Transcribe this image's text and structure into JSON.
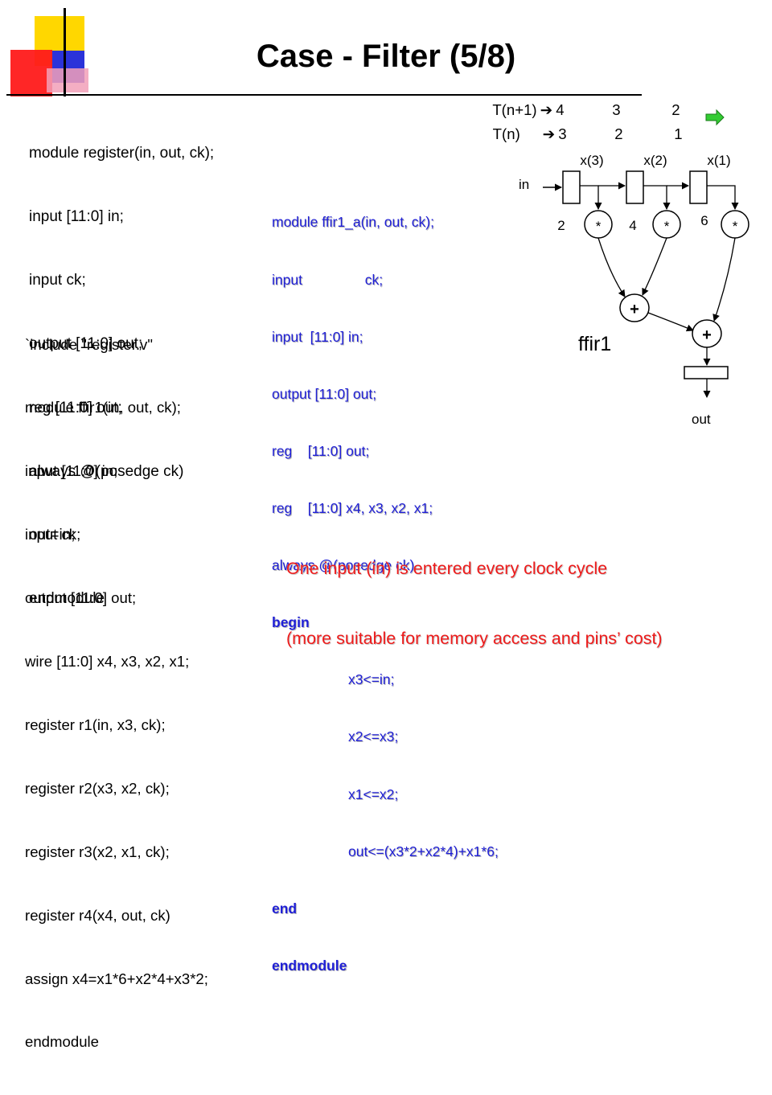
{
  "title": "Case - Filter (5/8)",
  "register_module": [
    "module register(in, out, ck);",
    "input [11:0] in;",
    "input ck;",
    "output [11:0] out;",
    "reg [11:0] out;",
    "always @(posedge ck)",
    "out=in;",
    "endmodule"
  ],
  "ffir1_module": [
    "`include \"register.v\"",
    "module ffir1(in, out, ck);",
    "input [11:0] in;",
    "input ck;",
    "output [11:0] out;",
    "wire [11:0] x4, x3, x2, x1;",
    "register r1(in, x3, ck);",
    "register r2(x3, x2, ck);",
    "register r3(x2, x1, ck);",
    "register r4(x4, out, ck)",
    "assign x4=x1*6+x2*4+x3*2;",
    "endmodule"
  ],
  "ffir1a_module": {
    "lines": [
      "module ffir1_a(in, out, ck);",
      "input                ck;",
      "input  [11:0] in;",
      "output [11:0] out;",
      "reg    [11:0] out;",
      "reg    [11:0] x4, x3, x2, x1;",
      "always @(posedge ck)"
    ],
    "begin": "begin",
    "body": [
      "x3<=in;",
      "x2<=x3;",
      "x1<=x2;",
      "out<=(x3*2+x2*4)+x1*6;"
    ],
    "end": "end",
    "endmodule": "endmodule"
  },
  "timing": {
    "row1_label": "T(n+1)",
    "row1_values": [
      "4",
      "3",
      "2"
    ],
    "row2_label": "T(n)",
    "row2_values": [
      "3",
      "2",
      "1"
    ]
  },
  "diagram": {
    "reg_labels": [
      "x(3)",
      "x(2)",
      "x(1)"
    ],
    "input_label": "in",
    "coefficients": [
      "2",
      "4",
      "6"
    ],
    "multiply_symbol": "*",
    "adder_symbol": "+",
    "module_label": "ffir1",
    "output_label": "out",
    "colors": {
      "arrow_fill": "#33cc33"
    }
  },
  "note": [
    "One input (in) is entered every clock cycle",
    "(more suitable for memory access and pins’ cost)"
  ],
  "colors": {
    "code_highlight": "#1f1fd6",
    "note": "#ee1b1b"
  }
}
